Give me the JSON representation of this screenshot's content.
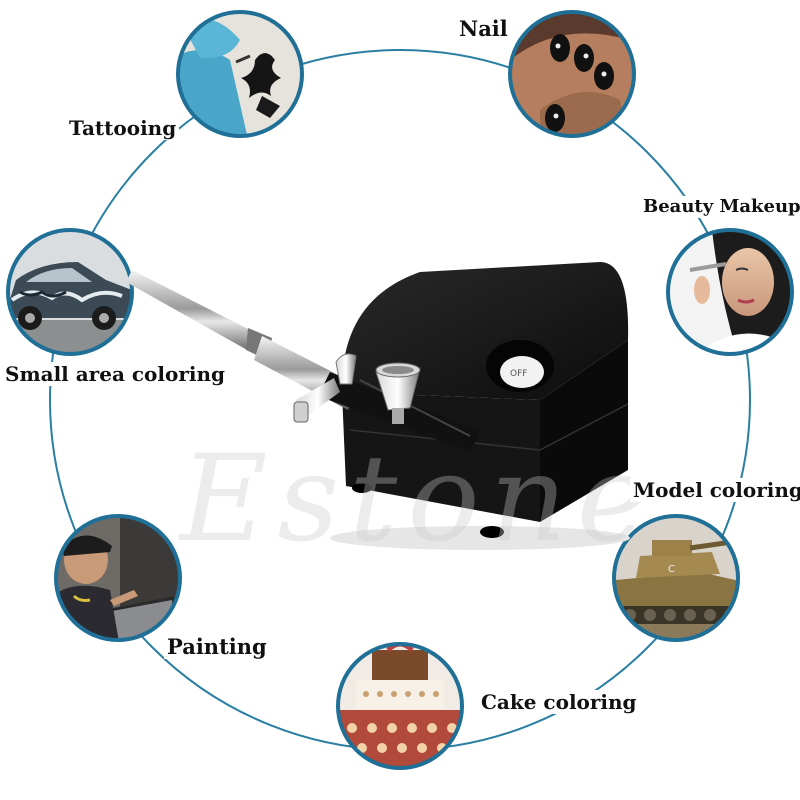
{
  "labels": {
    "nail": "Nail",
    "tattooing": "Tattooing",
    "beauty_makeup": "Beauty Makeup",
    "small_area_coloring": "Small area coloring",
    "model_coloring": "Model coloring",
    "painting": "Painting",
    "cake_coloring": "Cake coloring"
  },
  "compressor": {
    "dial_text": "OFF"
  },
  "watermark": "Estone",
  "colors": {
    "ring": "#2a7fa3",
    "circle_border": "#1f6f96",
    "compressor": "#101010",
    "label_text": "#111111"
  }
}
